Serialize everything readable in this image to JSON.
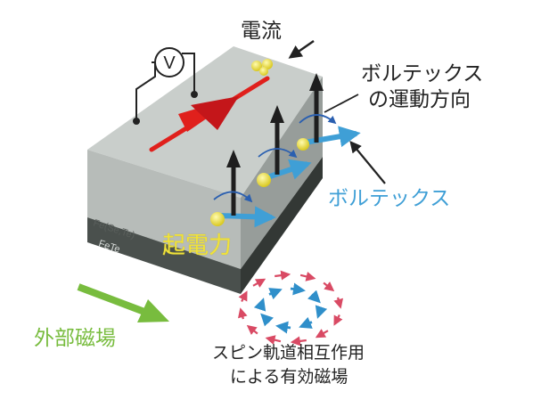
{
  "labels": {
    "current": "電流",
    "vortex_motion_line1": "ボルテックス",
    "vortex_motion_line2": "の運動方向",
    "vortex": "ボルテックス",
    "emf": "起電力",
    "external_field": "外部磁場",
    "soc_line1": "スピン軌道相互作用",
    "soc_line2": "による有効磁場",
    "layer_top": "Fe(Se,Te)",
    "layer_bottom": "FeTe",
    "voltmeter": "V"
  },
  "colors": {
    "block_top": "#c9cecb",
    "block_front": "#b3b8b5",
    "block_side": "#8f9592",
    "fete_front": "#4a504d",
    "fete_side": "#333835",
    "current_red": "#e0201c",
    "vortex_blue": "#3f9fd6",
    "emf_yellow": "#f0e23a",
    "field_green": "#78bc3e",
    "soc_pink": "#d94a64",
    "soc_blue": "#2f8fca",
    "label_black": "#222222"
  },
  "icons": {
    "voltmeter": "voltmeter-icon",
    "current_arrow": "arrow-icon",
    "vortex_arrow": "vortex-arrow-icon",
    "field_arrow": "green-arrow-icon"
  }
}
